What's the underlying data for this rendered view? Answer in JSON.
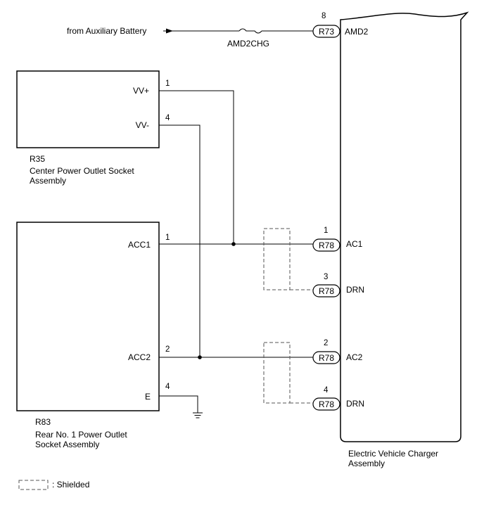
{
  "inputs": {
    "aux_battery": "from Auxiliary Battery",
    "fuse": "AMD2CHG"
  },
  "center_socket": {
    "code": "R35",
    "name_line1": "Center Power Outlet Socket",
    "name_line2": "Assembly",
    "pins": {
      "vv_plus": {
        "label": "VV+",
        "number": "1"
      },
      "vv_minus": {
        "label": "VV-",
        "number": "4"
      }
    }
  },
  "rear_socket": {
    "code": "R83",
    "name_line1": "Rear No. 1 Power Outlet",
    "name_line2": "Socket Assembly",
    "pins": {
      "acc1": {
        "label": "ACC1",
        "number": "1"
      },
      "acc2": {
        "label": "ACC2",
        "number": "2"
      },
      "e": {
        "label": "E",
        "number": "4"
      }
    }
  },
  "charger": {
    "name_line1": "Electric Vehicle Charger",
    "name_line2": "Assembly",
    "pins": {
      "amd2": {
        "connector": "R73",
        "number": "8",
        "label": "AMD2"
      },
      "ac1": {
        "connector": "R78",
        "number": "1",
        "label": "AC1"
      },
      "drn1": {
        "connector": "R78",
        "number": "3",
        "label": "DRN"
      },
      "ac2": {
        "connector": "R78",
        "number": "2",
        "label": "AC2"
      },
      "drn2": {
        "connector": "R78",
        "number": "4",
        "label": "DRN"
      }
    }
  },
  "legend": {
    "shielded": ": Shielded"
  }
}
